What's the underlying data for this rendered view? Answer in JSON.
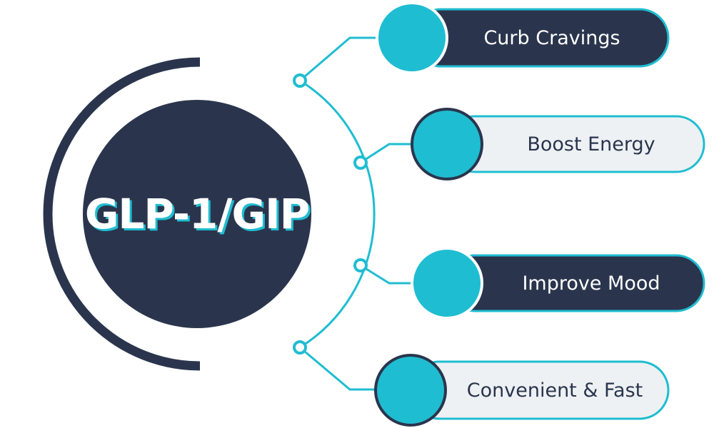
{
  "center": {
    "title": "GLP-1/GIP"
  },
  "colors": {
    "navy": "#2a354d",
    "teal": "#1fbdd1",
    "light": "#eef1f4",
    "white": "#ffffff"
  },
  "benefits": [
    {
      "label": "Curb Cravings",
      "style": "dark"
    },
    {
      "label": "Boost Energy",
      "style": "light"
    },
    {
      "label": "Improve Mood",
      "style": "dark"
    },
    {
      "label": "Convenient & Fast",
      "style": "light"
    }
  ]
}
